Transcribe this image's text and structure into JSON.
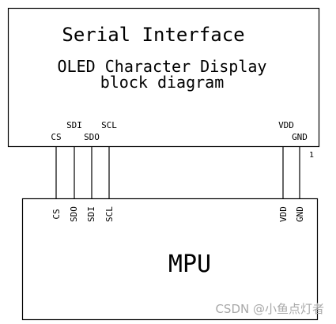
{
  "oled": {
    "title": "Serial Interface",
    "subtitle_line1": "OLED Character Display",
    "subtitle_line2": "block diagram",
    "pins": {
      "cs": "CS",
      "sdi": "SDI",
      "sdo": "SDO",
      "scl": "SCL",
      "vdd": "VDD",
      "gnd": "GND"
    },
    "pin1_marker": "1"
  },
  "mpu": {
    "label": "MPU",
    "pins": {
      "cs": "CS",
      "sdo": "SDO",
      "sdi": "SDI",
      "scl": "SCL",
      "vdd": "VDD",
      "gnd": "GND"
    }
  },
  "watermark": "CSDN @小鱼点灯者"
}
